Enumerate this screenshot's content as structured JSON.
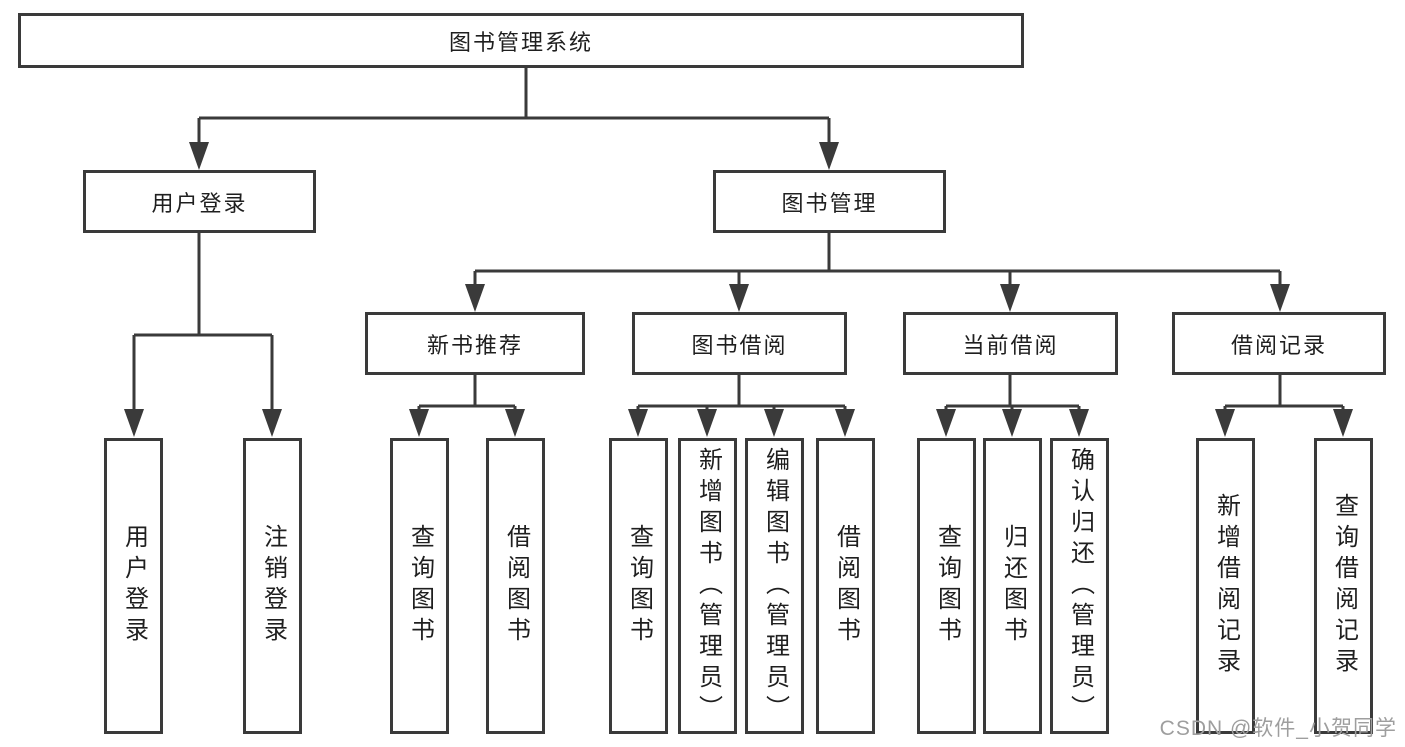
{
  "colors": {
    "line": "#3a3a3a",
    "box_border": "#3a3a3a",
    "text": "#1f1f1f",
    "watermark": "#9e9e9e",
    "background": "#ffffff"
  },
  "nodes": {
    "root": {
      "label": "图书管理系统"
    },
    "user_login": {
      "label": "用户登录"
    },
    "book_mgmt": {
      "label": "图书管理"
    },
    "new_book_rec": {
      "label": "新书推荐"
    },
    "book_borrow": {
      "label": "图书借阅"
    },
    "current_borrow": {
      "label": "当前借阅"
    },
    "borrow_record": {
      "label": "借阅记录"
    },
    "leaf_user_login": {
      "label": "用户登录"
    },
    "leaf_logout": {
      "label": "注销登录"
    },
    "rec_query_book": {
      "label": "查询图书"
    },
    "rec_borrow_book": {
      "label": "借阅图书"
    },
    "bb_query_book": {
      "label": "查询图书"
    },
    "bb_add_book": {
      "label": "新增图书（管理员）"
    },
    "bb_edit_book": {
      "label": "编辑图书（管理员）"
    },
    "bb_borrow_book": {
      "label": "借阅图书"
    },
    "cb_query_book": {
      "label": "查询图书"
    },
    "cb_return_book": {
      "label": "归还图书"
    },
    "cb_confirm_return": {
      "label": "确认归还（管理员）"
    },
    "br_add_record": {
      "label": "新增借阅记录"
    },
    "br_query_record": {
      "label": "查询借阅记录"
    }
  },
  "hierarchy": {
    "图书管理系统": {
      "用户登录": [
        "用户登录",
        "注销登录"
      ],
      "图书管理": {
        "新书推荐": [
          "查询图书",
          "借阅图书"
        ],
        "图书借阅": [
          "查询图书",
          "新增图书（管理员）",
          "编辑图书（管理员）",
          "借阅图书"
        ],
        "当前借阅": [
          "查询图书",
          "归还图书",
          "确认归还（管理员）"
        ],
        "借阅记录": [
          "新增借阅记录",
          "查询借阅记录"
        ]
      }
    }
  },
  "watermark": "CSDN @软件_小贺同学"
}
